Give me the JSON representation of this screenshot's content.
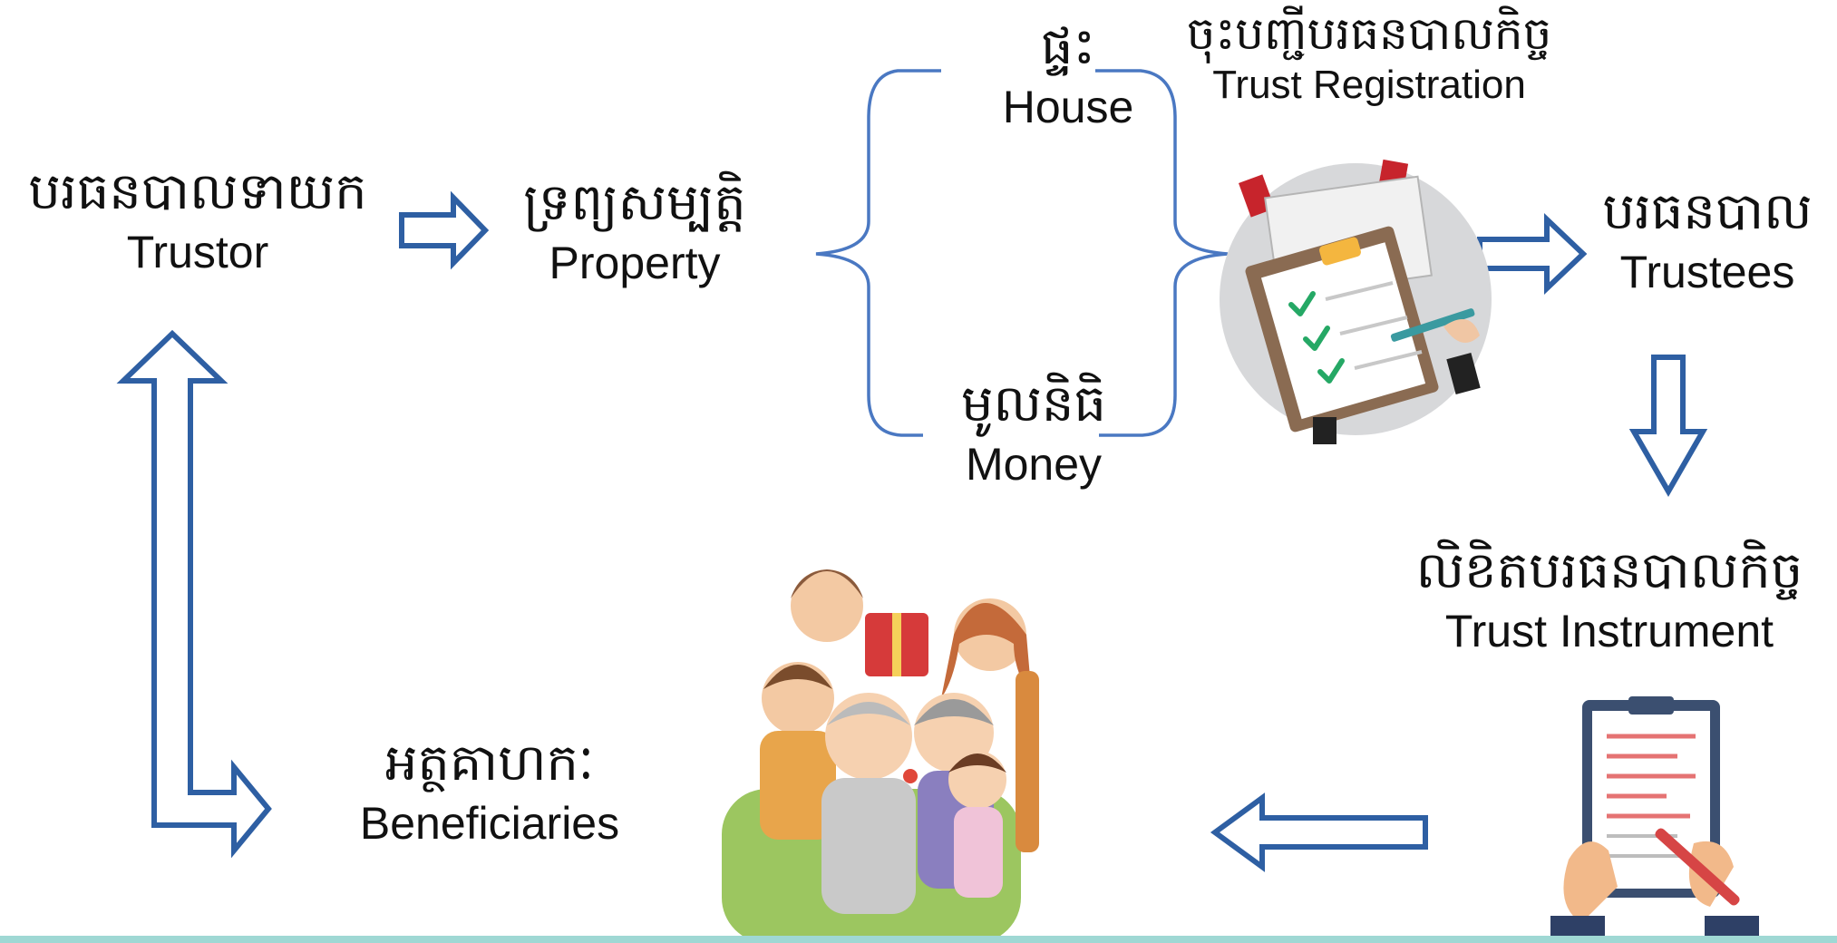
{
  "nodes": {
    "trustor": {
      "km": "បរធនបាលទាយក",
      "en": "Trustor"
    },
    "property": {
      "km": "ទ្រព្យសម្បត្តិ",
      "en": "Property"
    },
    "house": {
      "km": "ផ្ទះ",
      "en": "House"
    },
    "money": {
      "km": "មូលនិធិ",
      "en": "Money"
    },
    "registration": {
      "km": "ចុះបញ្ជីបរធនបាលកិច្ច",
      "en": "Trust Registration"
    },
    "trustees": {
      "km": "បរធនបាល",
      "en": "Trustees"
    },
    "instrument": {
      "km": "លិខិតបរធនបាលកិច្ច",
      "en": "Trust Instrument"
    },
    "beneficiaries": {
      "km": "អត្ថគាហកៈ",
      "en": "Beneficiaries"
    }
  },
  "colors": {
    "arrow": "#2e5fa3",
    "brace": "#4a78c2",
    "accent_band": "#9fd8d4"
  },
  "icons": {
    "registration": "clipboard-checklist-icon",
    "instrument": "signed-document-icon",
    "beneficiaries": "family-group-icon"
  }
}
